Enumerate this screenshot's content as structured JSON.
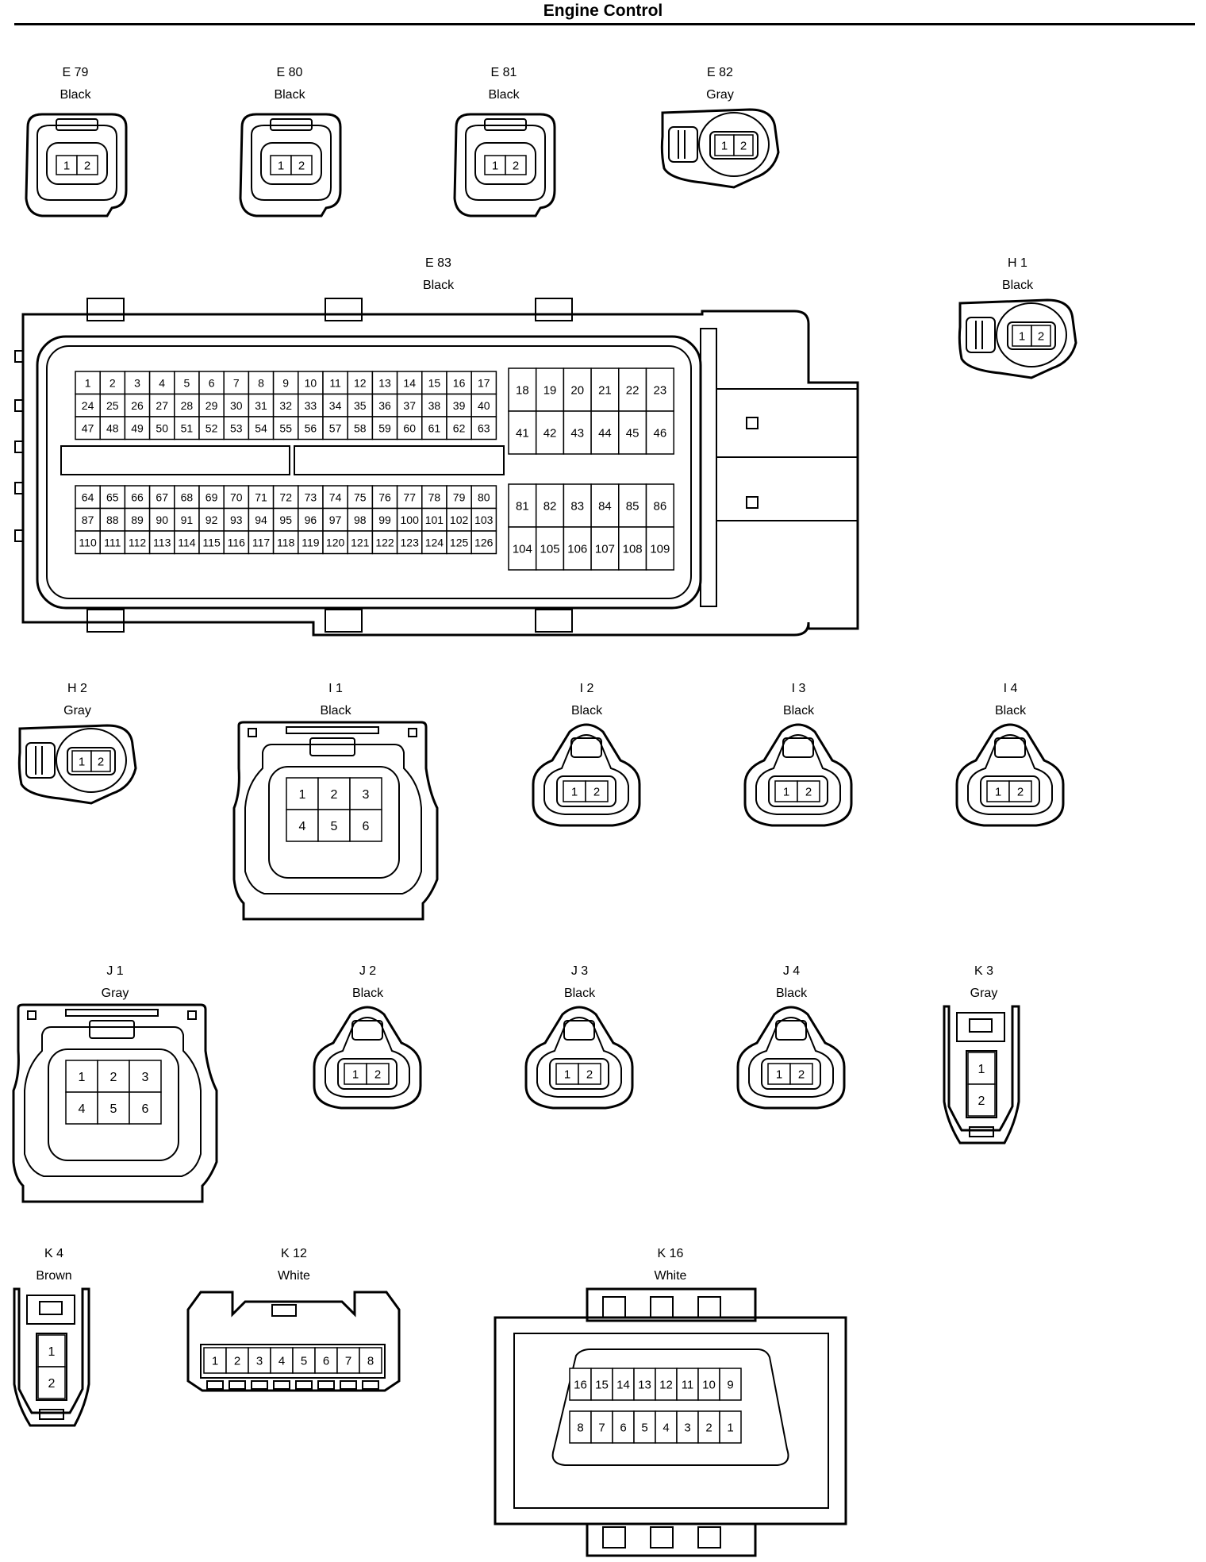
{
  "page": {
    "title": "Engine Control"
  },
  "connectors": [
    {
      "id": "E79",
      "code": "E 79",
      "color": "Black",
      "pins": [
        "1",
        "2"
      ]
    },
    {
      "id": "E80",
      "code": "E 80",
      "color": "Black",
      "pins": [
        "1",
        "2"
      ]
    },
    {
      "id": "E81",
      "code": "E 81",
      "color": "Black",
      "pins": [
        "1",
        "2"
      ]
    },
    {
      "id": "E82",
      "code": "E 82",
      "color": "Gray",
      "pins": [
        "1",
        "2"
      ]
    },
    {
      "id": "E83",
      "code": "E 83",
      "color": "Black",
      "pins": [
        "1",
        "2",
        "3",
        "4",
        "5",
        "6",
        "7",
        "8",
        "9",
        "10",
        "11",
        "12",
        "13",
        "14",
        "15",
        "16",
        "17",
        "24",
        "25",
        "26",
        "27",
        "28",
        "29",
        "30",
        "31",
        "32",
        "33",
        "34",
        "35",
        "36",
        "37",
        "38",
        "39",
        "40",
        "47",
        "48",
        "49",
        "50",
        "51",
        "52",
        "53",
        "54",
        "55",
        "56",
        "57",
        "58",
        "59",
        "60",
        "61",
        "62",
        "63",
        "18",
        "19",
        "20",
        "21",
        "22",
        "23",
        "41",
        "42",
        "43",
        "44",
        "45",
        "46",
        "64",
        "65",
        "66",
        "67",
        "68",
        "69",
        "70",
        "71",
        "72",
        "73",
        "74",
        "75",
        "76",
        "77",
        "78",
        "79",
        "80",
        "87",
        "88",
        "89",
        "90",
        "91",
        "92",
        "93",
        "94",
        "95",
        "96",
        "97",
        "98",
        "99",
        "100",
        "101",
        "102",
        "103",
        "110",
        "111",
        "112",
        "113",
        "114",
        "115",
        "116",
        "117",
        "118",
        "119",
        "120",
        "121",
        "122",
        "123",
        "124",
        "125",
        "126",
        "81",
        "82",
        "83",
        "84",
        "85",
        "86",
        "104",
        "105",
        "106",
        "107",
        "108",
        "109"
      ]
    },
    {
      "id": "H1",
      "code": "H 1",
      "color": "Black",
      "pins": [
        "1",
        "2"
      ]
    },
    {
      "id": "H2",
      "code": "H 2",
      "color": "Gray",
      "pins": [
        "1",
        "2"
      ]
    },
    {
      "id": "I1",
      "code": "I 1",
      "color": "Black",
      "pins": [
        "1",
        "2",
        "3",
        "4",
        "5",
        "6"
      ]
    },
    {
      "id": "I2",
      "code": "I 2",
      "color": "Black",
      "pins": [
        "1",
        "2"
      ]
    },
    {
      "id": "I3",
      "code": "I 3",
      "color": "Black",
      "pins": [
        "1",
        "2"
      ]
    },
    {
      "id": "I4",
      "code": "I 4",
      "color": "Black",
      "pins": [
        "1",
        "2"
      ]
    },
    {
      "id": "J1",
      "code": "J 1",
      "color": "Gray",
      "pins": [
        "1",
        "2",
        "3",
        "4",
        "5",
        "6"
      ]
    },
    {
      "id": "J2",
      "code": "J 2",
      "color": "Black",
      "pins": [
        "1",
        "2"
      ]
    },
    {
      "id": "J3",
      "code": "J 3",
      "color": "Black",
      "pins": [
        "1",
        "2"
      ]
    },
    {
      "id": "J4",
      "code": "J 4",
      "color": "Black",
      "pins": [
        "1",
        "2"
      ]
    },
    {
      "id": "K3",
      "code": "K 3",
      "color": "Gray",
      "pins": [
        "1",
        "2"
      ]
    },
    {
      "id": "K4",
      "code": "K 4",
      "color": "Brown",
      "pins": [
        "1",
        "2"
      ]
    },
    {
      "id": "K12",
      "code": "K 12",
      "color": "White",
      "pins": [
        "1",
        "2",
        "3",
        "4",
        "5",
        "6",
        "7",
        "8"
      ]
    },
    {
      "id": "K16",
      "code": "K 16",
      "color": "White",
      "pins": [
        "16",
        "15",
        "14",
        "13",
        "12",
        "11",
        "10",
        "9",
        "8",
        "7",
        "6",
        "5",
        "4",
        "3",
        "2",
        "1"
      ]
    }
  ]
}
